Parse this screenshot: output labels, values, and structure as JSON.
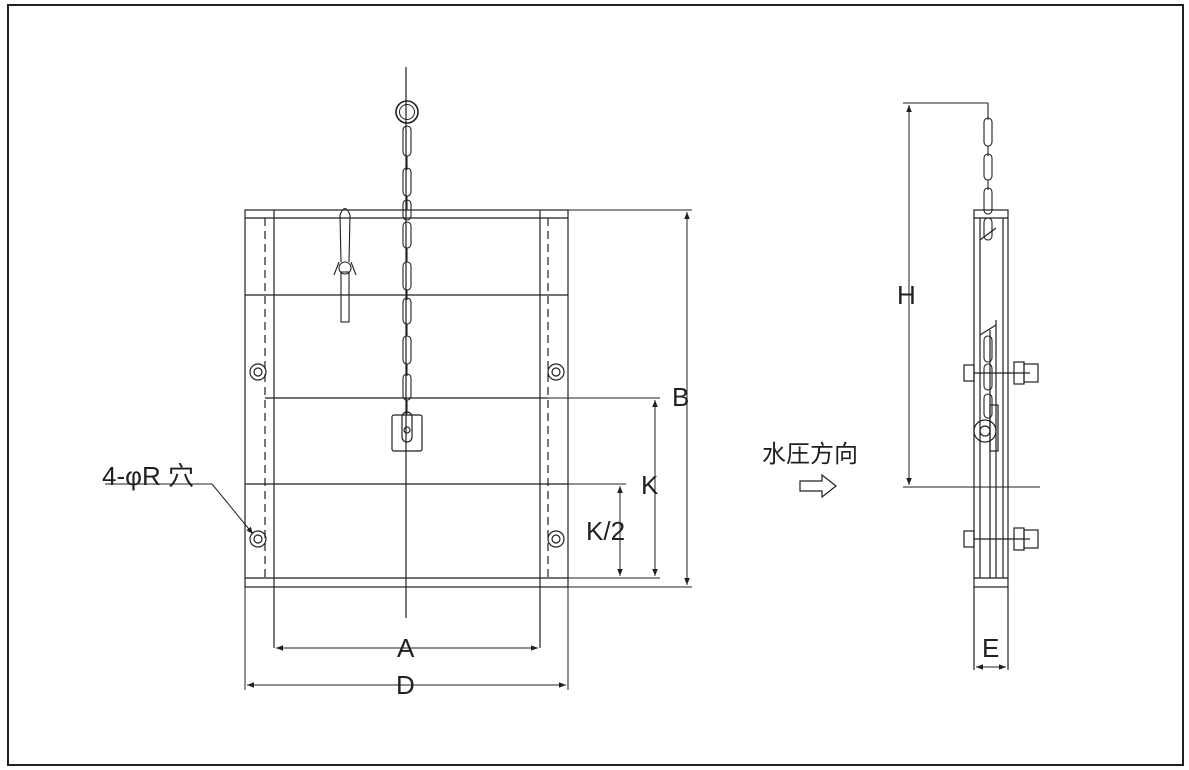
{
  "labels": {
    "holes": "4-φR 穴",
    "a": "A",
    "b": "B",
    "d": "D",
    "k": "K",
    "k_half": "K/2",
    "h": "H",
    "e": "E",
    "water_pressure_direction": "水圧方向"
  },
  "colors": {
    "line": "#231f20",
    "background": "#ffffff"
  },
  "icons": {
    "direction_arrow": "outline-right-arrow"
  }
}
